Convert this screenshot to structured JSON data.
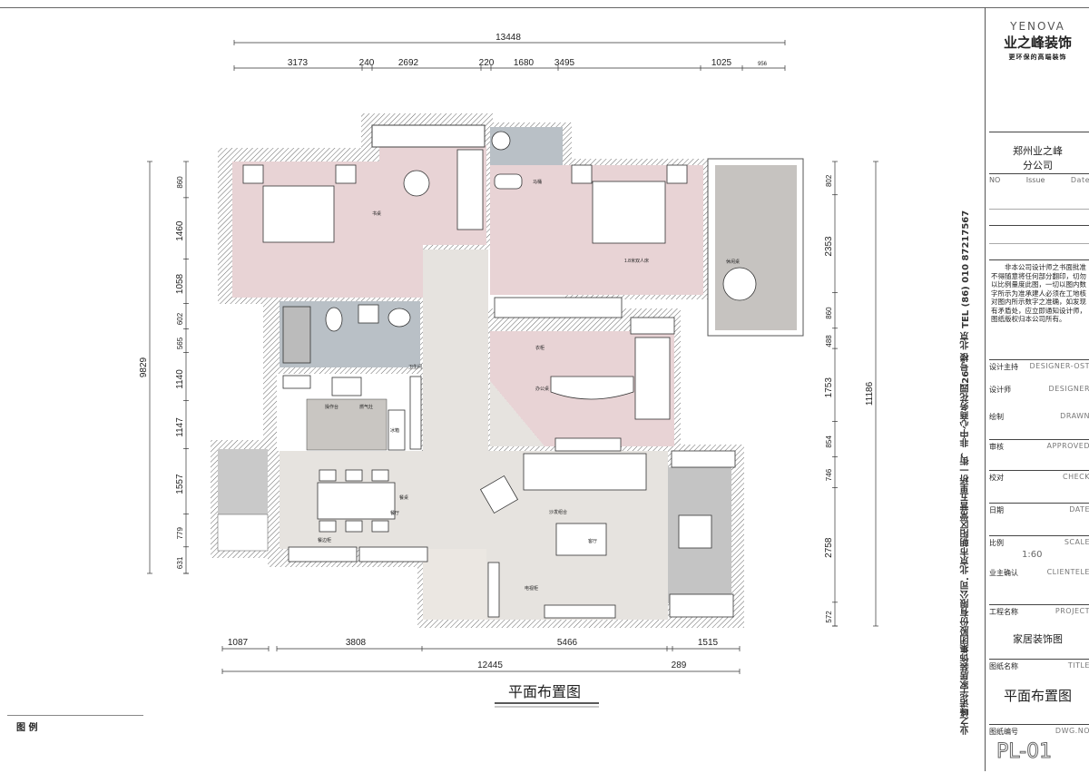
{
  "drawing": {
    "title": "平面布置图",
    "dimensions": {
      "top_overall": "13448",
      "top_segments": [
        "3173",
        "240",
        "2692",
        "220",
        "1680",
        "3495",
        "1025",
        "956"
      ],
      "left_overall": "9829",
      "left_segments": [
        860,
        1460,
        1058,
        602,
        565,
        1140,
        1147,
        1557,
        779,
        631
      ],
      "right_overall": "11186",
      "right_segments": [
        802,
        2353,
        860,
        488,
        1753,
        854,
        746,
        2758,
        572
      ],
      "bottom_overall": "12445",
      "bottom_extra": "289",
      "bottom_segments": [
        "1087",
        "3808",
        "5466",
        "1515"
      ]
    },
    "labels": {
      "double_bed": "1.8米双人床",
      "toilet": "马桶",
      "study_desk": "书桌",
      "desk": "办公桌",
      "wardrobe": "衣柜",
      "bathroom": "卫生间",
      "counter": "操作台",
      "stove": "燃气灶",
      "fridge": "冰箱",
      "dining_table": "餐桌",
      "dining_room": "餐厅",
      "sideboard": "餐边柜",
      "sofa": "沙发组合",
      "living_room": "客厅",
      "tv_cabinet": "电视柜",
      "leisure_table": "休闲桌"
    }
  },
  "title_block": {
    "brand_en": "YENOVA",
    "brand_cn": "业之峰装饰",
    "slogan": "更环保的高端装饰",
    "branch_line1": "郑州业之峰",
    "branch_line2": "分公司",
    "issue_headers": [
      "NO",
      "Issue",
      "Date"
    ],
    "notice": "非本公司设计师之书面批准不得随意将任何部分翻印，切勿以比例量度此图，一切以图内数字所示为准承建人必须在工地核对图内所示数字之准确，如发现有矛盾处，应立即通知设计师，图纸版权归本公司所有。",
    "rows": [
      {
        "cn": "设计主持",
        "en": "DESIGNER-OST"
      },
      {
        "cn": "设计师",
        "en": "DESIGNER"
      },
      {
        "cn": "绘制",
        "en": "DRAWN"
      },
      {
        "cn": "审核",
        "en": "APPROVED"
      },
      {
        "cn": "校对",
        "en": "CHECK"
      },
      {
        "cn": "日期",
        "en": "DATE"
      },
      {
        "cn": "比例",
        "en": "SCALE"
      }
    ],
    "scale_value": "1:60",
    "client_confirm": {
      "cn": "业主确认",
      "en": "CLIENTELE"
    },
    "project": {
      "cn": "工程名称",
      "en": "PROJECT",
      "value": "家居装饰图"
    },
    "drawing_title": {
      "cn": "图纸名称",
      "en": "TITLE",
      "value": "平面布置图"
    },
    "drawing_no": {
      "cn": "图纸编号",
      "en": "DWG.NO",
      "value": "PL-01"
    }
  },
  "side_text": "业之峰诺华家居装饰集团股份有限公司. 北京市朝阳区常营五里桥一街，非中心商务花园26号楼   北京   TEL  (86) 010  87217567",
  "legend": {
    "title": "图  例"
  },
  "colors": {
    "pink": "#e8d3d5",
    "grey_room": "#b9c0c6",
    "floor": "#e6e3df",
    "wall": "#8c8c8c"
  }
}
